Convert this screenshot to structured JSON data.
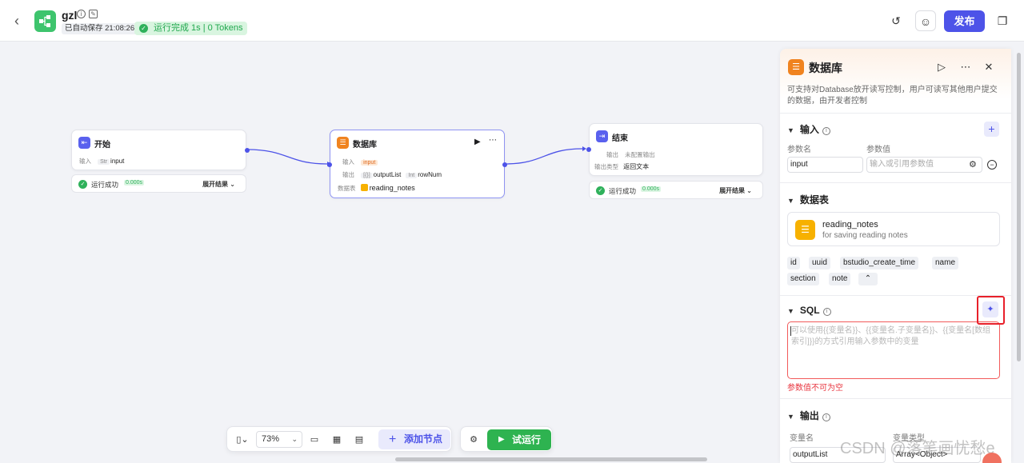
{
  "header": {
    "app_name": "gzl",
    "autosave": "已自动保存 21:08:26",
    "run_status": "运行完成 1s | 0 Tokens",
    "publish_label": "发布"
  },
  "canvas": {
    "nodes": {
      "start": {
        "title": "开始",
        "input_label": "输入",
        "input_type": "Str",
        "input_name": "input",
        "run_status": "运行成功",
        "run_time": "0.000s",
        "expand_label": "展开结果"
      },
      "database": {
        "title": "数据库",
        "input_label": "输入",
        "input_value": "input",
        "output_label": "输出",
        "output_type1": "[{}]",
        "output_name1": "outputList",
        "output_type2": "Int",
        "output_name2": "rowNum",
        "table_label": "数据表",
        "table_name": "reading_notes"
      },
      "end": {
        "title": "结束",
        "output_label": "输出",
        "output_value": "未配置输出",
        "output_type_label": "输出类型",
        "output_type_value": "返回文本",
        "run_status": "运行成功",
        "run_time": "0.000s",
        "expand_label": "展开结果"
      }
    }
  },
  "toolbar": {
    "zoom": "73%",
    "add_node_label": "添加节点",
    "try_run_label": "试运行"
  },
  "panel": {
    "title": "数据库",
    "description": "可支持对Database放开读写控制，用户可读写其他用户提交的数据，由开发者控制",
    "input_section": {
      "title": "输入",
      "col_param_name": "参数名",
      "col_param_value": "参数值",
      "param_name": "input",
      "param_value_placeholder": "输入或引用参数值"
    },
    "table_section": {
      "title": "数据表",
      "table_name": "reading_notes",
      "table_desc": "for saving reading notes",
      "fields": [
        "id",
        "uuid",
        "bstudio_create_time",
        "name",
        "section",
        "note"
      ]
    },
    "sql_section": {
      "title": "SQL",
      "placeholder": "可以使用{{变量名}}、{{变量名.子变量名}}、{{变量名[数组索引]}}的方式引用输入参数中的变量",
      "error": "参数值不可为空"
    },
    "output_section": {
      "title": "输出",
      "col_var_name": "变量名",
      "col_var_type": "变量类型",
      "var_name": "outputList",
      "var_type": "Array<Object>"
    }
  },
  "watermark": "CSDN @落笔画忧愁e"
}
